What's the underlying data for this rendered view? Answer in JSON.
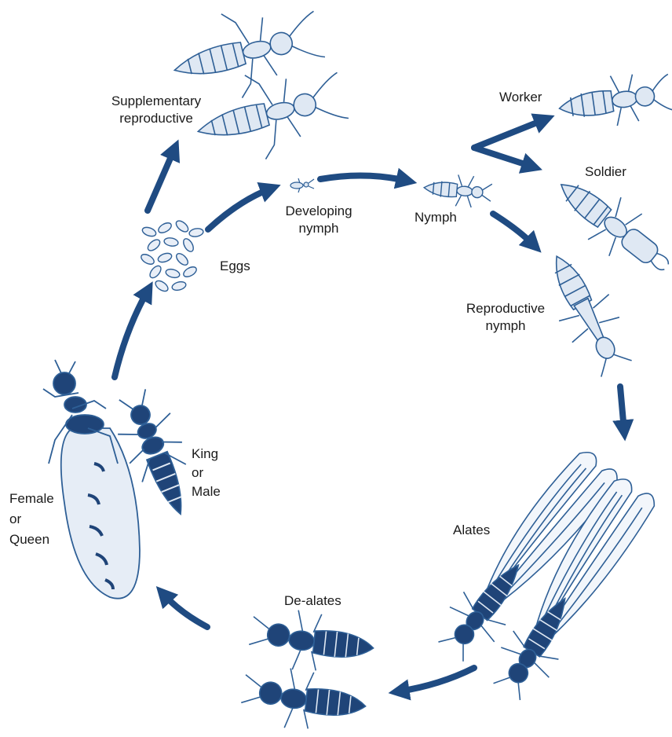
{
  "colors": {
    "arrow": "#1f4b82",
    "outline": "#2e5f96",
    "fill_light": "#dfe8f3",
    "fill_dark": "#1f4478"
  },
  "labels": {
    "supplementary_line1": "Supplementary",
    "supplementary_line2": "reproductive",
    "worker": "Worker",
    "soldier": "Soldier",
    "developing_line1": "Developing",
    "developing_line2": "nymph",
    "nymph": "Nymph",
    "eggs": "Eggs",
    "repro_nymph_line1": "Reproductive",
    "repro_nymph_line2": "nymph",
    "king_line1": "King",
    "king_line2": "or",
    "king_line3": "Male",
    "female_line1": "Female",
    "female_line2": "or",
    "female_line3": "Queen",
    "alates": "Alates",
    "dealates": "De-alates"
  },
  "icons": [
    "supplementary-reproductive-icon",
    "worker-termite-icon",
    "soldier-termite-icon",
    "developing-nymph-icon",
    "nymph-icon",
    "reproductive-nymph-icon",
    "eggs-icon",
    "queen-termite-icon",
    "king-termite-icon",
    "alate-termite-icon",
    "dealate-termite-icon"
  ]
}
